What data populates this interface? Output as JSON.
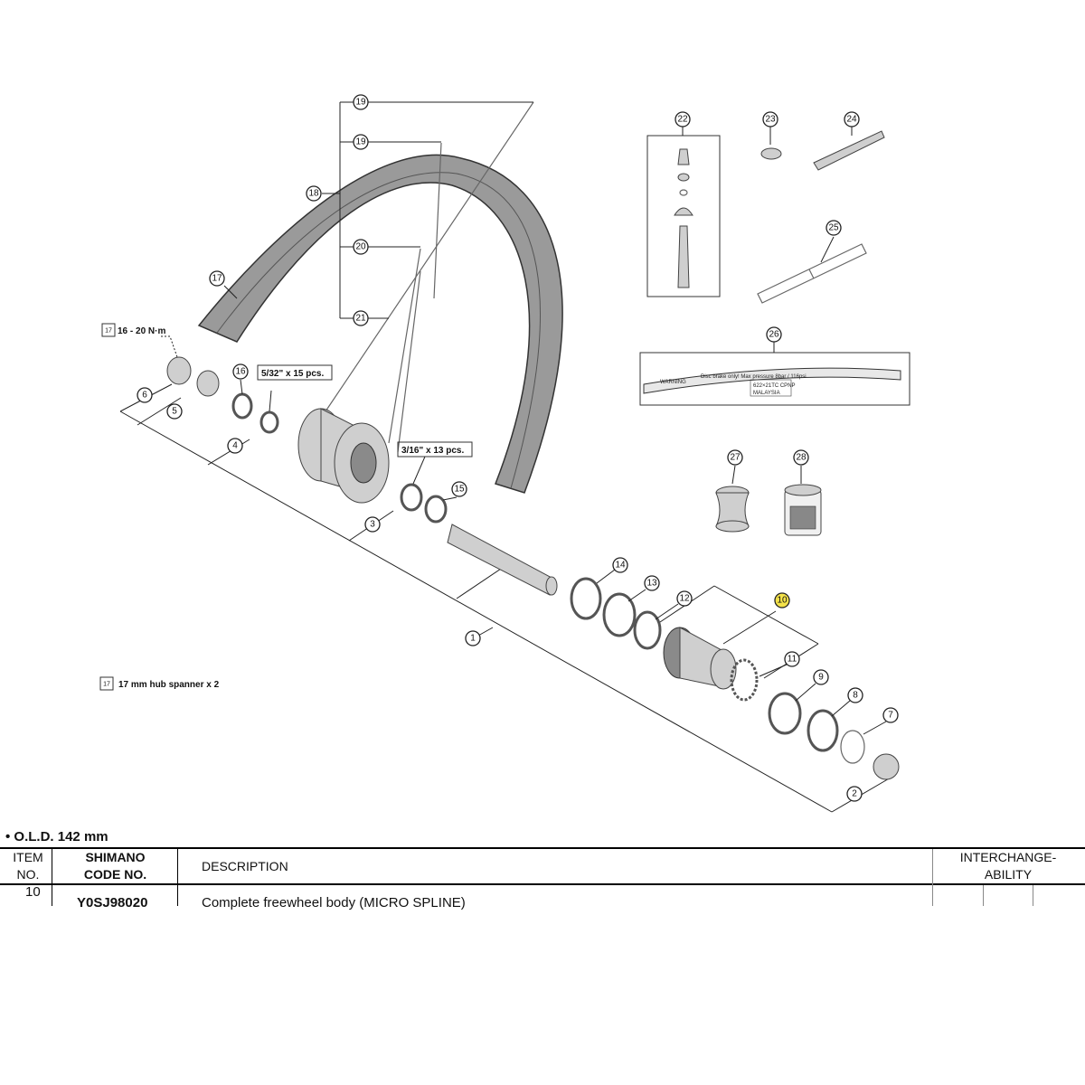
{
  "callouts": [
    {
      "n": "1"
    },
    {
      "n": "2"
    },
    {
      "n": "3"
    },
    {
      "n": "4"
    },
    {
      "n": "5"
    },
    {
      "n": "6"
    },
    {
      "n": "7"
    },
    {
      "n": "8"
    },
    {
      "n": "9"
    },
    {
      "n": "10"
    },
    {
      "n": "11"
    },
    {
      "n": "12"
    },
    {
      "n": "13"
    },
    {
      "n": "14"
    },
    {
      "n": "15"
    },
    {
      "n": "16"
    },
    {
      "n": "17"
    },
    {
      "n": "18"
    },
    {
      "n": "19"
    },
    {
      "n": "19"
    },
    {
      "n": "20"
    },
    {
      "n": "21"
    },
    {
      "n": "22"
    },
    {
      "n": "23"
    },
    {
      "n": "24"
    },
    {
      "n": "25"
    },
    {
      "n": "26"
    },
    {
      "n": "27"
    },
    {
      "n": "28"
    }
  ],
  "highlight_color": "#f4e24a",
  "notes": {
    "torque": "16 - 20 N·m",
    "spanner": "17 mm hub spanner x 2",
    "balls_large": "5/32\" x 15 pcs.",
    "balls_small": "3/16\" x 13 pcs.",
    "tool_icon": "17"
  },
  "rim_strip": {
    "warning": "WARNING",
    "text": "Disc brake only! Max pressure 8bar / 116psi",
    "sub1": "622×21TC CPNP",
    "sub2": "MALAYSIA"
  },
  "table": {
    "old_label": "• O.L.D. 142 mm",
    "headers": {
      "item": [
        "ITEM",
        "NO."
      ],
      "code": [
        "SHIMANO",
        "CODE NO."
      ],
      "description": "DESCRIPTION",
      "interchange": [
        "INTERCHANGE-",
        "ABILITY"
      ]
    },
    "rows": [
      {
        "item": "10",
        "code": "Y0SJ98020",
        "description": "Complete freewheel body (MICRO SPLINE)"
      }
    ]
  }
}
